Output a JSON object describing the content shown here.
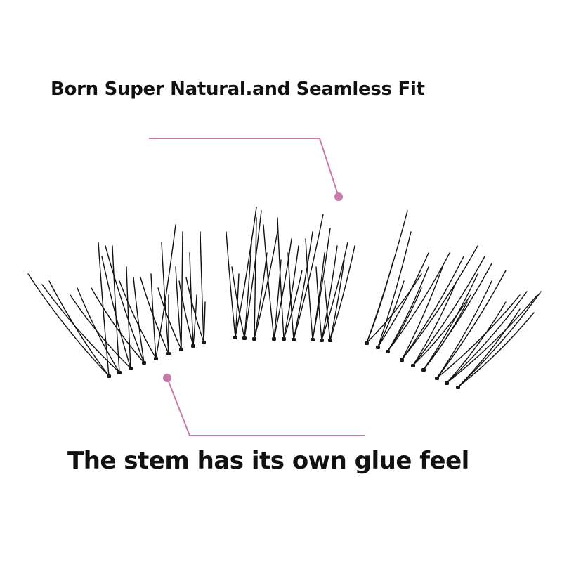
{
  "headline": "Born Super Natural.and Seamless Fit",
  "caption": "The stem has its own glue feel",
  "colors": {
    "callout": "#c77bab",
    "lash": "#111111",
    "text": "#111111",
    "background": "#ffffff"
  },
  "illustration": {
    "subject": "three-lash-cluster-segments",
    "callout_marks": [
      "top-callout-line",
      "bottom-callout-line"
    ]
  }
}
